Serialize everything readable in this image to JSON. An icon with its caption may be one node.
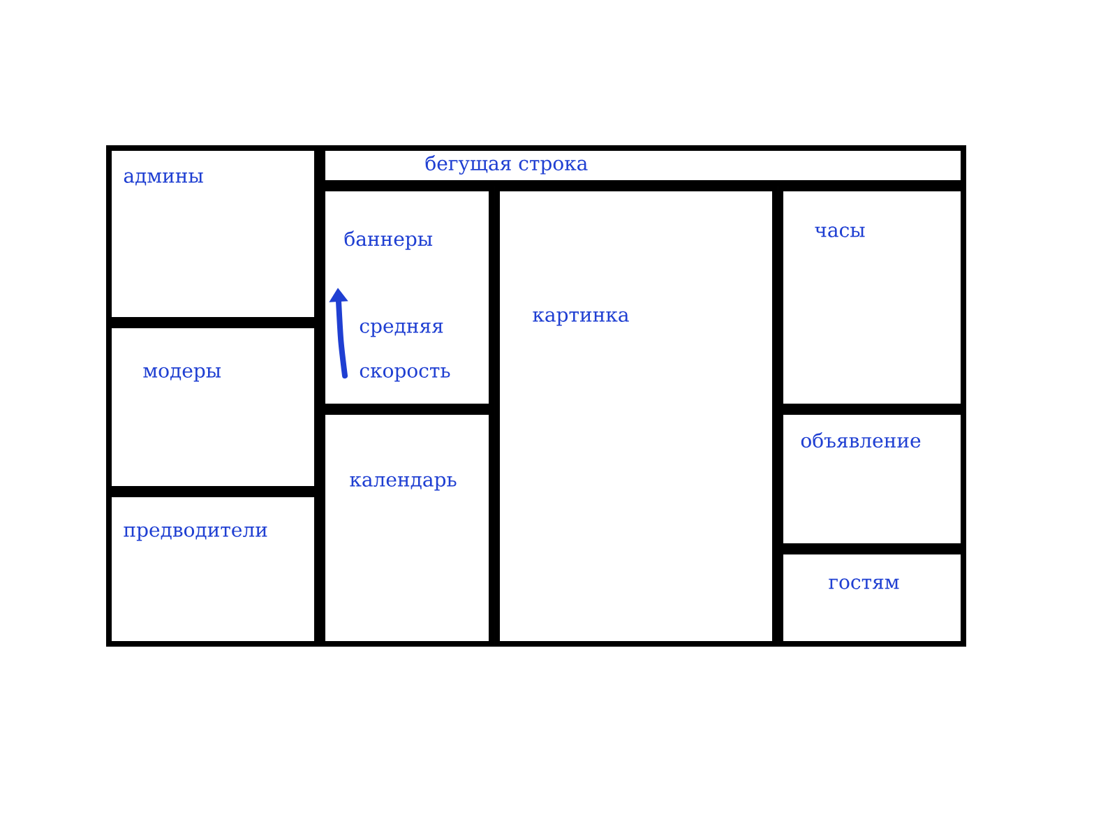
{
  "diagram": {
    "nodes": [
      {
        "text": [
          "админы"
        ]
      },
      {
        "text": [
          "бегущая строка"
        ]
      },
      {
        "text": [
          "баннеры",
          "средняя скорость"
        ]
      },
      {
        "text": [
          "картинка"
        ]
      },
      {
        "text": [
          "часы"
        ]
      },
      {
        "text": [
          "модеры"
        ]
      },
      {
        "text": [
          "календарь"
        ]
      },
      {
        "text": [
          "объявление"
        ]
      },
      {
        "text": [
          "предводители"
        ]
      },
      {
        "text": [
          "гостям"
        ]
      }
    ]
  }
}
